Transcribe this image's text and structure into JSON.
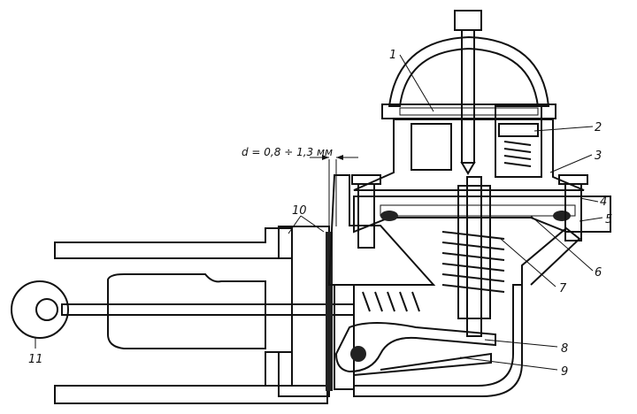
{
  "dimension": {
    "text": "d = 0,8 ÷ 1,3 мм"
  },
  "labels": [
    "1",
    "2",
    "3",
    "4",
    "5",
    "6",
    "7",
    "8",
    "9",
    "10",
    "11"
  ]
}
